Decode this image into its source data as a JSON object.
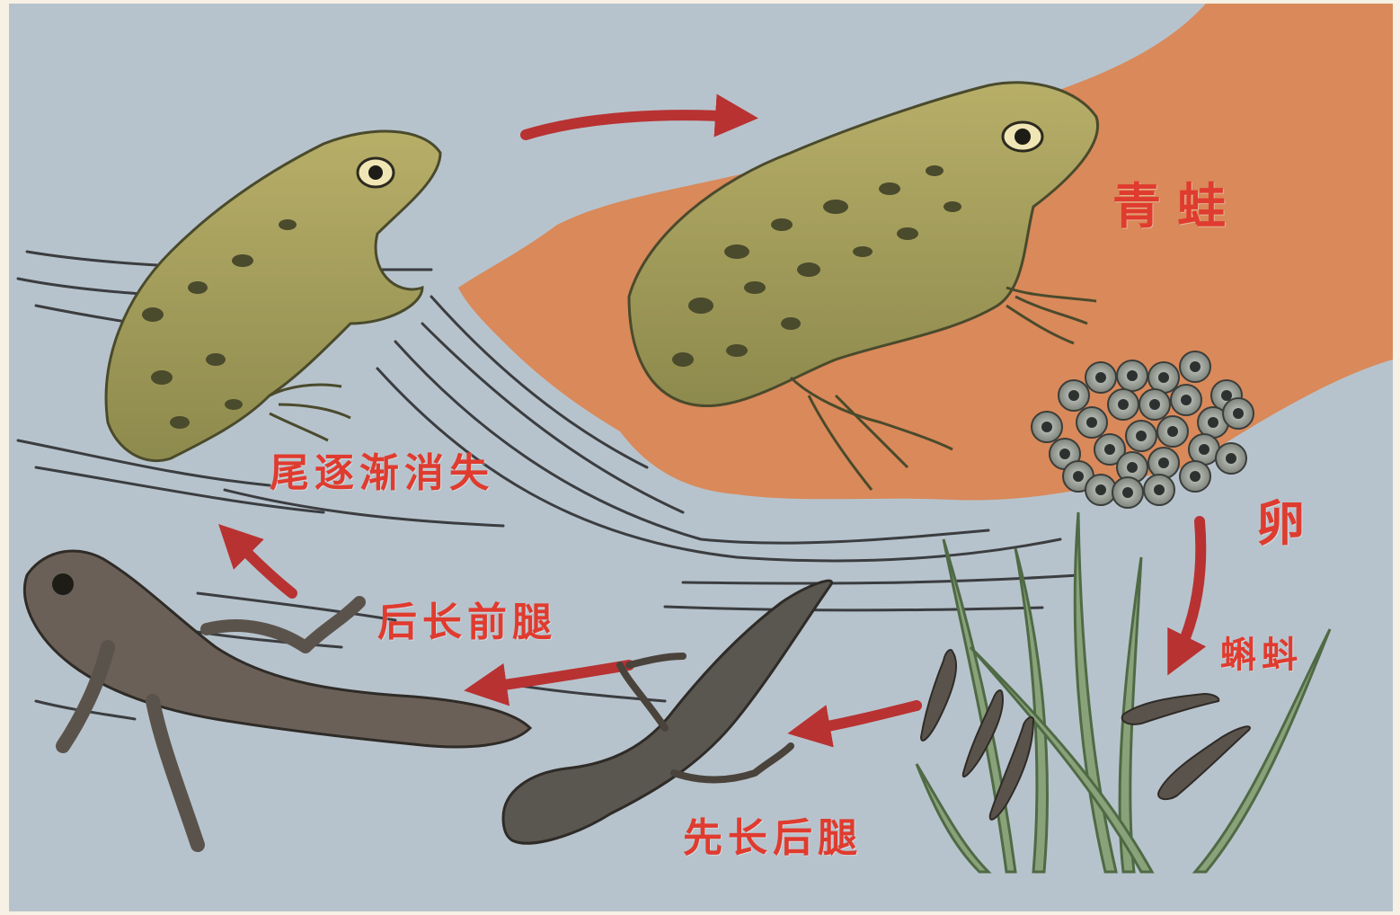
{
  "colors": {
    "water": "#b7c3cc",
    "land": "#d9895a",
    "arrow": "#b83232",
    "label": "#e03b2f",
    "frog_skin": "#a6a25c",
    "frog_spots": "#4a4a2c",
    "tadpole": "#5a534c",
    "egg": "#8f958c",
    "egg_core": "#2e3130",
    "weed": "#8aa27a",
    "ripple": "#3b3d40"
  },
  "stages": {
    "frog": "青蛙",
    "egg": "卵",
    "tadpole": "蝌蚪",
    "hind_legs": "先长后腿",
    "front_legs": "后长前腿",
    "tail_fades": "尾逐渐消失"
  },
  "icons": [
    "frog-adult",
    "frog-young",
    "egg-cluster",
    "tadpole",
    "tadpole-hind-legs",
    "tadpole-four-legs",
    "water-weed",
    "arrow"
  ]
}
